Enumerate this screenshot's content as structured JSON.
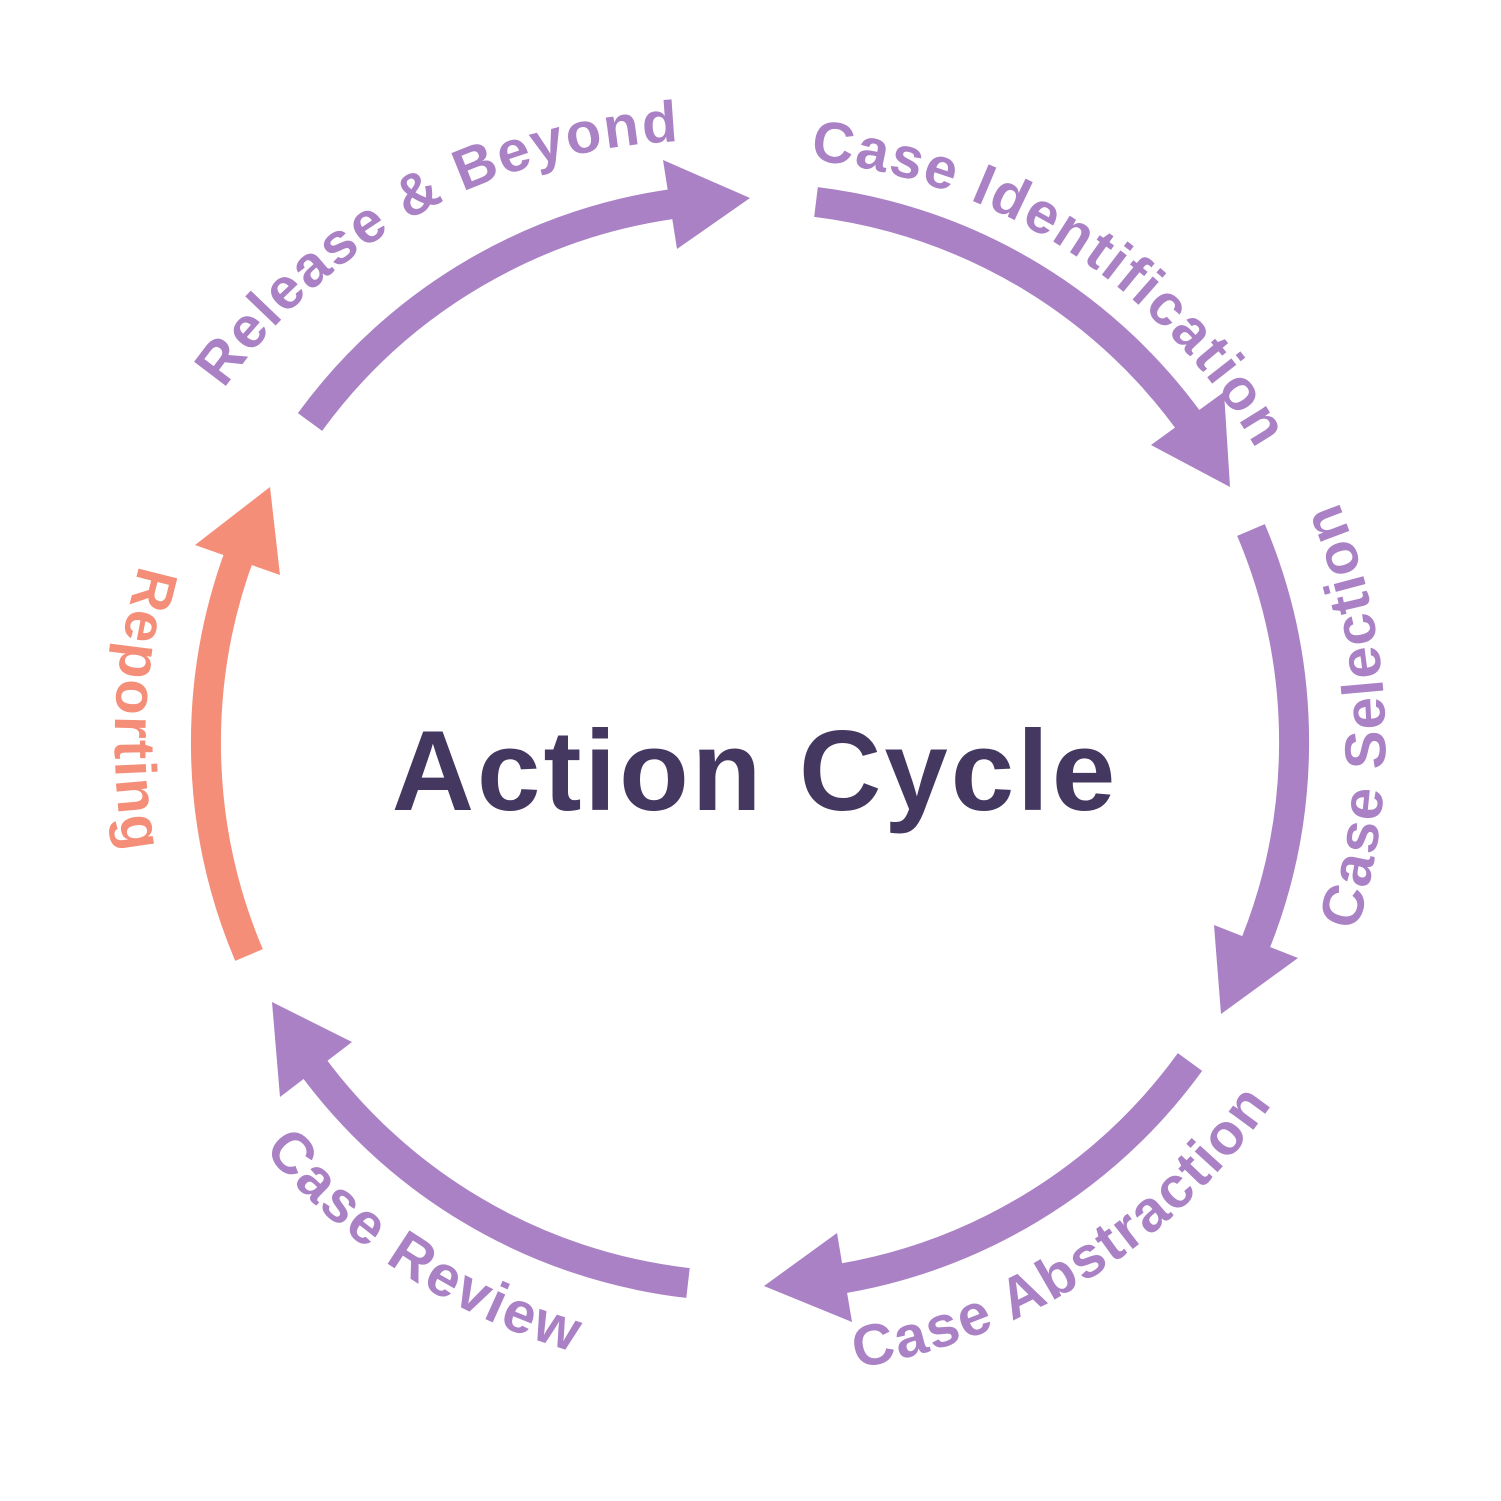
{
  "diagram": {
    "title": "Action Cycle",
    "type": "cycle",
    "direction": "clockwise",
    "colors": {
      "primary": "#a981c4",
      "accent": "#f48e79",
      "title": "#443860",
      "background": "#ffffff"
    },
    "steps": [
      {
        "label": "Release & Beyond",
        "color_role": "primary",
        "position": "top-left"
      },
      {
        "label": "Case Identification",
        "color_role": "primary",
        "position": "top-right"
      },
      {
        "label": "Case Selection",
        "color_role": "primary",
        "position": "right"
      },
      {
        "label": "Case Abstraction",
        "color_role": "primary",
        "position": "bottom-right"
      },
      {
        "label": "Case Review",
        "color_role": "primary",
        "position": "bottom-left"
      },
      {
        "label": "Reporting",
        "color_role": "accent",
        "position": "left"
      }
    ]
  }
}
